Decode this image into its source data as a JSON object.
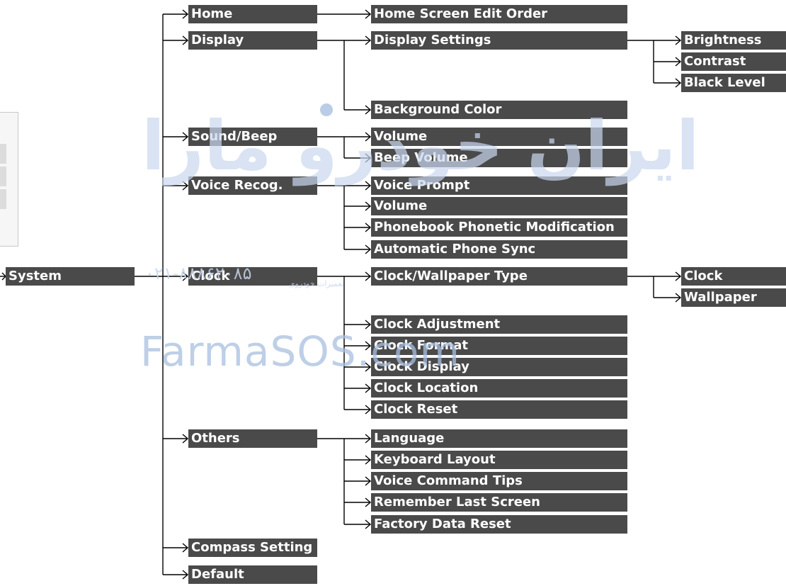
{
  "root": {
    "label": "System"
  },
  "level1": {
    "home": "Home",
    "display": "Display",
    "sound": "Sound/Beep",
    "voice": "Voice Recog.",
    "clock": "Clock",
    "others": "Others",
    "compass": "Compass Setting",
    "default": "Default"
  },
  "level2": {
    "home_edit_order": "Home Screen Edit Order",
    "display_settings": "Display Settings",
    "background_color": "Background Color",
    "volume": "Volume",
    "beep_volume": "Beep Volume",
    "voice_prompt": "Voice Prompt",
    "voice_volume": "Volume",
    "phonebook_phonetic": "Phonebook Phonetic Modification",
    "auto_phone_sync": "Automatic Phone Sync",
    "clock_wallpaper_type": "Clock/Wallpaper Type",
    "clock_adjustment": "Clock Adjustment",
    "clock_format": "Clock Format",
    "clock_display": "Clock Display",
    "clock_location": "Clock Location",
    "clock_reset": "Clock Reset",
    "language": "Language",
    "keyboard_layout": "Keyboard Layout",
    "voice_command_tips": "Voice Command Tips",
    "remember_last_screen": "Remember Last Screen",
    "factory_data_reset": "Factory Data Reset"
  },
  "level3": {
    "brightness": "Brightness",
    "contrast": "Contrast",
    "black_level": "Black Level",
    "clock": "Clock",
    "wallpaper": "Wallpaper"
  },
  "watermark": {
    "latin": "FarmaSOS.com",
    "arabic": "ایران خودرو مارا",
    "phone": "۰۲۱-۸۸۸۶۲۰۸۵",
    "small": "تعمیرات خودروی"
  },
  "colors": {
    "box_bg": "#4a4a4a",
    "box_text": "#ffffff",
    "line": "#000000",
    "watermark": "#a9bfe0"
  }
}
